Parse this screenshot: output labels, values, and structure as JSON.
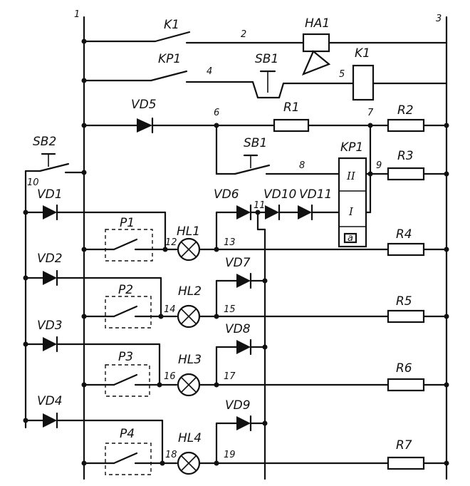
{
  "rails": {
    "left": "1",
    "right": "3"
  },
  "nodes": {
    "n2": "2",
    "n4": "4",
    "n5": "5",
    "n6": "6",
    "n7": "7",
    "n8": "8",
    "n9": "9",
    "n10": "10",
    "n11": "11",
    "n12": "12",
    "n13": "13",
    "n14": "14",
    "n15": "15",
    "n16": "16",
    "n17": "17",
    "n18": "18",
    "n19": "19"
  },
  "components": {
    "k1_contact": "K1",
    "horn": "HA1",
    "kp1_contact": "KP1",
    "sb1_top": "SB1",
    "k1_coil": "K1",
    "vd5": "VD5",
    "r1": "R1",
    "r2": "R2",
    "sb2": "SB2",
    "sb1_mid": "SB1",
    "kp1_relay": "KP1",
    "kp1_winding_2": "II",
    "kp1_winding_1": "I",
    "kp1_mark": "a",
    "r3": "R3",
    "vd1": "VD1",
    "vd2": "VD2",
    "vd3": "VD3",
    "vd4": "VD4",
    "vd6": "VD6",
    "vd7": "VD7",
    "vd8": "VD8",
    "vd9": "VD9",
    "vd10": "VD10",
    "vd11": "VD11",
    "p1": "P1",
    "p2": "P2",
    "p3": "P3",
    "p4": "P4",
    "hl1": "HL1",
    "hl2": "HL2",
    "hl3": "HL3",
    "hl4": "HL4",
    "r4": "R4",
    "r5": "R5",
    "r6": "R6",
    "r7": "R7"
  }
}
